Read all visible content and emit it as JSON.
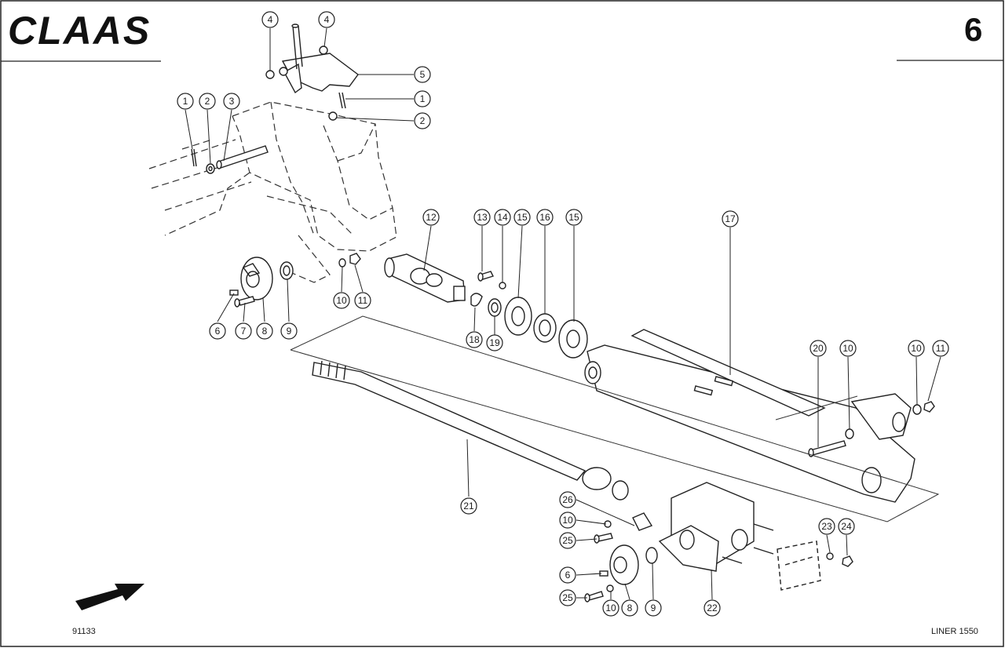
{
  "header": {
    "brand": "CLAAS",
    "page_number": "6"
  },
  "footer": {
    "drawing_number": "91133",
    "model": "LINER 1550"
  },
  "callouts": [
    {
      "label": "4"
    },
    {
      "label": "4"
    },
    {
      "label": "5"
    },
    {
      "label": "1"
    },
    {
      "label": "2"
    },
    {
      "label": "1"
    },
    {
      "label": "2"
    },
    {
      "label": "3"
    },
    {
      "label": "12"
    },
    {
      "label": "13"
    },
    {
      "label": "14"
    },
    {
      "label": "15"
    },
    {
      "label": "16"
    },
    {
      "label": "15"
    },
    {
      "label": "17"
    },
    {
      "label": "6"
    },
    {
      "label": "7"
    },
    {
      "label": "8"
    },
    {
      "label": "9"
    },
    {
      "label": "10"
    },
    {
      "label": "11"
    },
    {
      "label": "18"
    },
    {
      "label": "19"
    },
    {
      "label": "20"
    },
    {
      "label": "10"
    },
    {
      "label": "10"
    },
    {
      "label": "11"
    },
    {
      "label": "21"
    },
    {
      "label": "26"
    },
    {
      "label": "10"
    },
    {
      "label": "25"
    },
    {
      "label": "6"
    },
    {
      "label": "25"
    },
    {
      "label": "10"
    },
    {
      "label": "8"
    },
    {
      "label": "9"
    },
    {
      "label": "22"
    },
    {
      "label": "23"
    },
    {
      "label": "24"
    }
  ]
}
